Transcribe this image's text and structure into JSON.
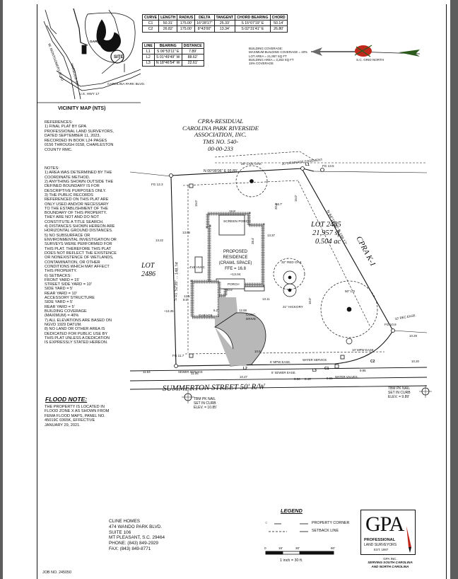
{
  "curve_table": {
    "headers": [
      "CURVE",
      "LENGTH",
      "RADIUS",
      "DELTA",
      "TANGENT",
      "CHORD BEARING",
      "CHORD"
    ],
    "rows": [
      [
        "C1",
        "50.31'",
        "175.00'",
        "16°28'17\"",
        "25.33'",
        "S 15°07'19\" E",
        "50.14'"
      ],
      [
        "C2",
        "26.82'",
        "175.00'",
        "8°43'00\"",
        "13.34'",
        "S 02°31'41\" E",
        "26.80'"
      ]
    ]
  },
  "line_table": {
    "headers": [
      "LINE",
      "BEARING",
      "DISTANCE"
    ],
    "rows": [
      [
        "L1",
        "S 06°53'11\" E",
        "7.89'"
      ],
      [
        "L2",
        "S 01°49'49\" W",
        "88.62'"
      ],
      [
        "L3",
        "N 18°46'54\" W",
        "22.61'"
      ]
    ]
  },
  "coverage": {
    "lines": [
      "BUILDING COVERAGE:",
      "MAXIMUM BUILDING COVERAGE = 40%",
      "LOT AREA = 21,957 SQ FT",
      "BUILDING AREA = 3,263 SQ FT",
      "15% COVERAGE"
    ]
  },
  "north_arrow": {
    "label": "S.C. GRID NORTH"
  },
  "vicinity": {
    "title": "VICINITY MAP (NTS)",
    "labels": {
      "site": "SITE",
      "garden": "GARDEN CITY DR",
      "carolina_park": "CAROLINA PARK BLVD.",
      "hwy": "U.S. HWY 17",
      "west": "W. MONTGOMERY BLVD",
      "harbor": "HARBOUR RD"
    }
  },
  "references": [
    "REFERENCES:",
    "1) FINAL PLAT BY GPA",
    "PROFESSIONAL LAND SURVEYORS,",
    "DATED SEPTEMBER 11, 2023,",
    "RECORDED IN BOOK L24 PAGES",
    "0156 THROUGH 0158, CHARLESTON",
    "COUNTY RMC."
  ],
  "notes": [
    "NOTES:",
    "1) AREA WAS DETERMINED BY THE",
    "COORDINATE METHOD.",
    "2) ANYTHING SHOWN OUTSIDE THE",
    "DEFINED BOUNDARY IS FOR",
    "DESCRIPTIVE PURPOSES ONLY.",
    "3) THE PUBLIC RECORDS",
    "REFERENCED ON THIS PLAT ARE",
    "ONLY USED AND/OR NECESSARY",
    "TO THE ESTABLISHMENT OF THE",
    "BOUNDARY OF THIS PROPERTY.",
    "THEY ARE NOT AND DO NOT",
    "CONSTITUTE A TITLE SEARCH.",
    "4) DISTANCES SHOWN HEREON ARE",
    "HORIZONTAL GROUND DISTANCES.",
    "5) NO SUBSURFACE OR",
    "ENVIRONMENTAL INVESTIGATION OR",
    "SURVEYS WERE PERFORMED FOR",
    "THIS PLAT. THEREFORE THIS PLAT",
    "DOES NOT REFLECT THE EXISTENCE",
    "OR NONEXISTENCE OF WETLANDS,",
    "CONTAMINATION, OR OTHER",
    "CONDITIONS WHICH MAY AFFECT",
    "THIS PROPERTY.",
    "6) SETBACKS:",
    "FRONT YARD = 15'",
    "STREET SIDE YARD = 10'",
    "SIDE YARD = 5'",
    "REAR YARD = 10'",
    "ACCESSORY STRUCTURE",
    "SIDE YARD = 5'",
    "REAR YARD = 5'",
    "BUILDING COVERAGE",
    "(MAXIMUM) = 40%",
    "7) ALL ELEVATIONS ARE BASED ON",
    "NGVD 1929 DATUM.",
    "8) NO LAND OR OTHER AREA IS",
    "DEDICATED FOR PUBLIC USE BY",
    "THIS PLAT UNLESS A DEDICATION",
    "IS EXPRESSLY STATED HEREON."
  ],
  "flood": {
    "title": "FLOOD NOTE:",
    "lines": [
      "THE PROPERTY IS LOCATED IN",
      "FLOOD ZONE X AS SHOWN FROM",
      "FEMA FLOOD MAPS, PANEL NO.",
      "45019C 0365K, EFFECTIVE",
      "JANUARY 29, 2021."
    ]
  },
  "residual": {
    "lines": [
      "CPRA-RESIDUAL",
      "CAROLINA PARK RIVERSIDE",
      "ASSOCIATION, INC.",
      "TMS NO. 540-",
      "00-00-233"
    ]
  },
  "lot": {
    "name": "LOT 2485",
    "area_sf": "21,957 sf",
    "area_ac": "0.504 ac"
  },
  "lot_left": {
    "line1": "LOT",
    "line2": "2486"
  },
  "cpra": "CPRA K-1",
  "street": "SUMMERTON STREET   50' R/W",
  "plan_labels": {
    "north_bearing": "N 00°08'06\" E  93.89'",
    "west_bearing": "S 01°52'35\" ...  148.74'",
    "east_bearing": "N 64°15'00\" E  158.17'",
    "drainage": "20' DRAINAGE EASEMENT",
    "screen_porch": "SCREEN PORCH",
    "residence": [
      "PROPOSED",
      "RESIDENCE",
      "(CRAWL SPACE)",
      "FFE = 16.8",
      "+13.04"
    ],
    "porch": "PORCH",
    "garage": "GARAGE",
    "drive": [
      "CONC.",
      "DRIVE"
    ],
    "oak_live": "28\" LIVE OAK",
    "oak_red": "32\" RED OAK",
    "hickory": "21\" HICKORY",
    "lo": "50\" LO",
    "hvac": "4'x8' HVAC",
    "sewer_ease": "5' SEWER EASE.",
    "water_service": "WATER SERVICE",
    "mpw_ease": "10' MPW EASE.",
    "mpw_ease2": "5' MPW EASE.",
    "rec_ease": "10' REC EASE.",
    "sewer_service": "SEWER SERVICE",
    "water_valves": "WATER VALVES",
    "fg_pts": [
      "FG 12.3",
      "FG 13.5",
      "FG 10.9",
      "FG 11.7"
    ],
    "elevs": [
      "13.05",
      "13.37",
      "13.11",
      "12.69",
      "10.9",
      "10.27",
      "11.06",
      "11.54",
      "10.29",
      "9.95",
      "9.66",
      "10.20",
      "9.56",
      "13.22",
      "12.5",
      "+13.35"
    ],
    "dims": [
      "18.9'",
      "38.4'",
      "56.7'",
      "30.6'",
      "8.0'",
      "6.2'",
      "16.0'",
      "15.0'",
      "10.0'",
      "20.0'",
      "6.45'"
    ],
    "curves": [
      "C1",
      "C2",
      "L1",
      "L2",
      "L3"
    ]
  },
  "tbm_left": [
    "TBM PK NAIL",
    "SET IN CURB",
    "ELEV. = 10.85'"
  ],
  "tbm_right": [
    "TBM PK NAIL",
    "SET IN CURB",
    "ELEV. = 9.89'"
  ],
  "client": {
    "lines": [
      "CLINE HOMES",
      "474 WANDO PARK BLVD.",
      "SUITE 106",
      "MT PLEASANT, S.C. 29464",
      "PHONE: (843) 849-2929",
      "FAX: (843) 849-8771"
    ]
  },
  "legend": {
    "title": "LEGEND",
    "items": [
      {
        "symbol": "○",
        "text": "PROPERTY CORNER"
      },
      {
        "symbol": "-----",
        "text": "SETBACK LINE"
      }
    ],
    "scale_ticks": [
      "0",
      "15'",
      "30'",
      "60'"
    ],
    "scale_text": "1 inch = 30 ft."
  },
  "logo": {
    "brand": "GPA",
    "line1": "PROFESSIONAL",
    "line2": "LAND SURVEYORS",
    "est": "EST. 1987",
    "foot": [
      "GPA INC.",
      "SERVING SOUTH CAROLINA",
      "AND NORTH CAROLINA"
    ]
  },
  "job": "JOB NO. 245050",
  "colors": {
    "ink": "#111111",
    "page": "#ffffff",
    "frame_bg": "#5d5d5d",
    "hatch": "#6f6f6f",
    "drive": "#b8b8b8",
    "arrow_red": "#c0281c"
  }
}
